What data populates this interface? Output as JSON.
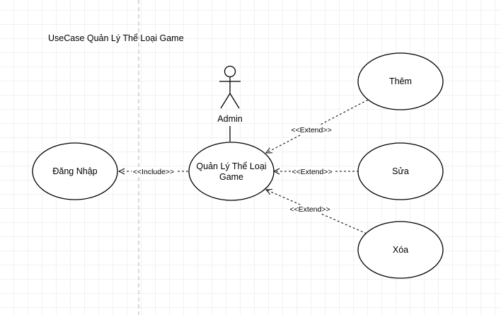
{
  "diagram": {
    "title": "UseCase Quản  Lý Thể Loại Game",
    "actor": {
      "label": "Admin"
    },
    "use_cases": {
      "main_line1": "Quản  Lý Thể Loại",
      "main_line2": "Game",
      "login": "Đăng Nhập",
      "add": "Thêm",
      "edit": "Sửa",
      "delete": "Xóa"
    },
    "relations": {
      "include": "<<Include>>",
      "extend_add": "<<Extend>>",
      "extend_edit": "<<Extend>>",
      "extend_delete": "<<Extend>>"
    },
    "colors": {
      "grid": "#e6e6e6",
      "page_break": "#b5b5b5",
      "stroke": "#000000",
      "fill": "#ffffff"
    }
  }
}
